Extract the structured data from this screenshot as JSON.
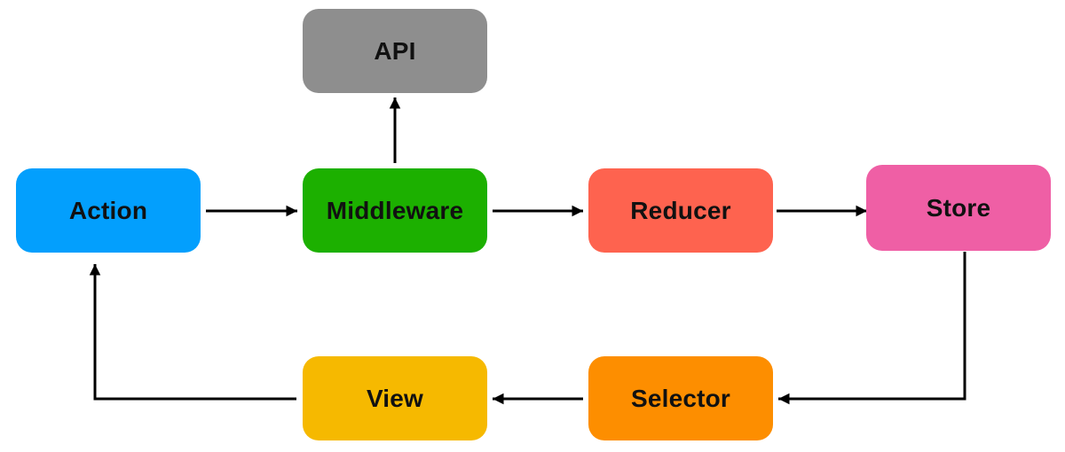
{
  "nodes": {
    "api": {
      "label": "API",
      "color": "#8e8e8e"
    },
    "action": {
      "label": "Action",
      "color": "#039ffd"
    },
    "middleware": {
      "label": "Middleware",
      "color": "#1cb000"
    },
    "reducer": {
      "label": "Reducer",
      "color": "#fe634f"
    },
    "store": {
      "label": "Store",
      "color": "#ef5fa5"
    },
    "view": {
      "label": "View",
      "color": "#f6b900"
    },
    "selector": {
      "label": "Selector",
      "color": "#fd8e00"
    }
  },
  "edges": [
    {
      "from": "Action",
      "to": "Middleware"
    },
    {
      "from": "Middleware",
      "to": "API"
    },
    {
      "from": "Middleware",
      "to": "Reducer"
    },
    {
      "from": "Reducer",
      "to": "Store"
    },
    {
      "from": "Store",
      "to": "Selector"
    },
    {
      "from": "Selector",
      "to": "View"
    },
    {
      "from": "View",
      "to": "Action"
    }
  ],
  "connector_color": "#000000"
}
